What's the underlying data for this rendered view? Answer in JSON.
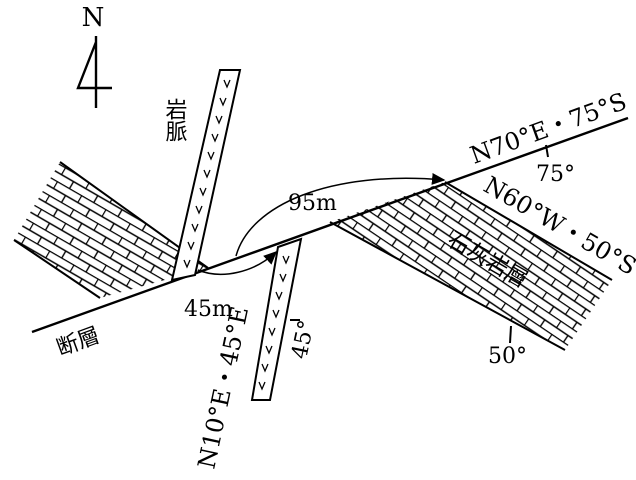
{
  "north_label": "N",
  "fault": {
    "label": "断層",
    "attitude": "N70°E・75°S",
    "dip_value": "75°"
  },
  "limestone": {
    "label": "石灰岩層",
    "attitude": "N60°W・50°S",
    "dip_value": "50°"
  },
  "dike": {
    "label": "岩脈",
    "attitude": "N10°E・45°E",
    "dip_value": "45°"
  },
  "displacements": {
    "dike_offset": "45m",
    "limestone_offset": "95m"
  }
}
